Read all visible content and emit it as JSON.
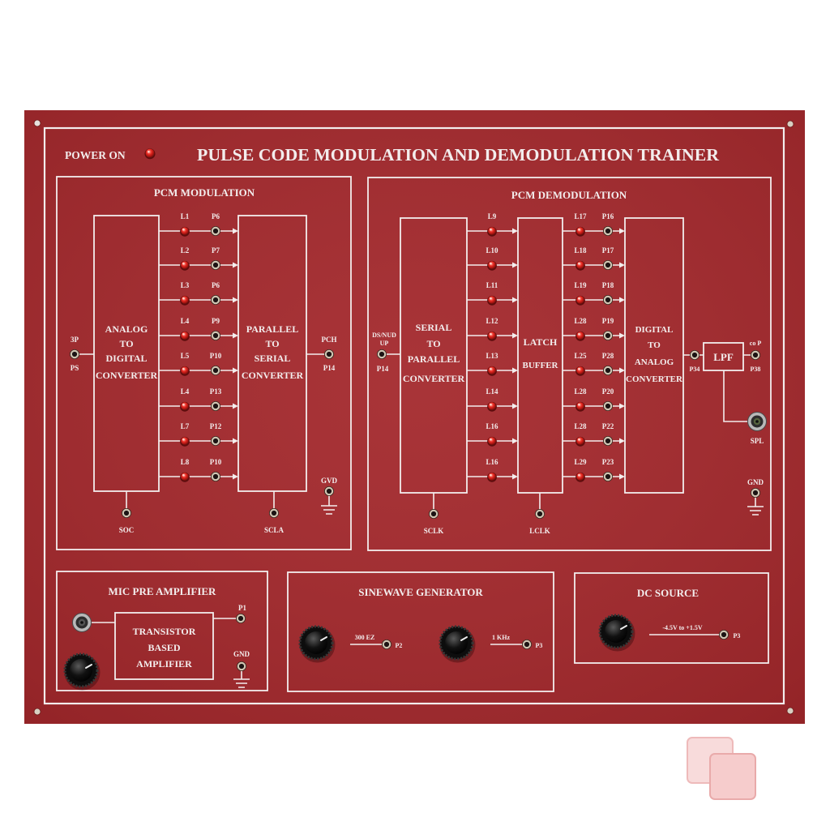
{
  "colors": {
    "background": "#ffffff",
    "board": "#a3272b",
    "print": "#f3eded",
    "led": "#e2241d",
    "knob": "#111111"
  },
  "header": {
    "power_label": "POWER ON",
    "title": "PULSE CODE MODULATION AND DEMODULATION TRAINER"
  },
  "modulation": {
    "title": "PCM MODULATION",
    "adc_lines": [
      "ANALOG",
      "TO",
      "DIGITAL",
      "CONVERTER"
    ],
    "ps_lines": [
      "PARALLEL",
      "TO",
      "SERIAL",
      "CONVERTER"
    ],
    "input_top": "3P",
    "input_bottom": "PS",
    "output_top": "PCH",
    "output_bottom": "P14",
    "soc": "SOC",
    "scla": "SCLA",
    "ground": "GVD",
    "rows": [
      {
        "led": "L1",
        "point": "P6"
      },
      {
        "led": "L2",
        "point": "P7"
      },
      {
        "led": "L3",
        "point": "P6"
      },
      {
        "led": "L4",
        "point": "P9"
      },
      {
        "led": "L5",
        "point": "P10"
      },
      {
        "led": "L4",
        "point": "P13"
      },
      {
        "led": "L7",
        "point": "P12"
      },
      {
        "led": "L8",
        "point": "P10"
      }
    ]
  },
  "demodulation": {
    "title": "PCM DEMODULATION",
    "sp_lines": [
      "SERIAL",
      "TO",
      "PARALLEL",
      "CONVERTER"
    ],
    "latch_lines": [
      "LATCH",
      "BUFFER"
    ],
    "dac_lines": [
      "DIGITAL",
      "TO",
      "ANALOG",
      "CONVERTER"
    ],
    "input_top": "DS/NUD",
    "input_mid": "UP",
    "input_bottom": "P14",
    "sclk": "SCLK",
    "lclk": "LCLK",
    "dac_output": "P34",
    "lpf": "LPF",
    "lpf_out_top": "co P",
    "lpf_out_bottom": "P38",
    "spl": "SPL",
    "ground": "GND",
    "rows_left": [
      "L9",
      "L10",
      "L11",
      "L12",
      "L13",
      "L14",
      "L16",
      "L16"
    ],
    "rows_right": [
      {
        "led": "L17",
        "point": "P16"
      },
      {
        "led": "L18",
        "point": "P17"
      },
      {
        "led": "L19",
        "point": "P18"
      },
      {
        "led": "L28",
        "point": "P19"
      },
      {
        "led": "L25",
        "point": "P28"
      },
      {
        "led": "L28",
        "point": "P20"
      },
      {
        "led": "L28",
        "point": "P22"
      },
      {
        "led": "L29",
        "point": "P23"
      }
    ]
  },
  "mic_amp": {
    "title": "MIC PRE AMPLIFIER",
    "block_lines": [
      "TRANSISTOR",
      "BASED",
      "AMPLIFIER"
    ],
    "output": "P1",
    "ground": "GND"
  },
  "sinewave": {
    "title": "SINEWAVE GENERATOR",
    "low_freq_label": "300 EZ",
    "low_freq_point": "P2",
    "high_freq_label": "1 KHz",
    "high_freq_point": "P3"
  },
  "dc_source": {
    "title": "DC SOURCE",
    "range_label": "-4.5V to +1.5V",
    "output": "P3"
  }
}
